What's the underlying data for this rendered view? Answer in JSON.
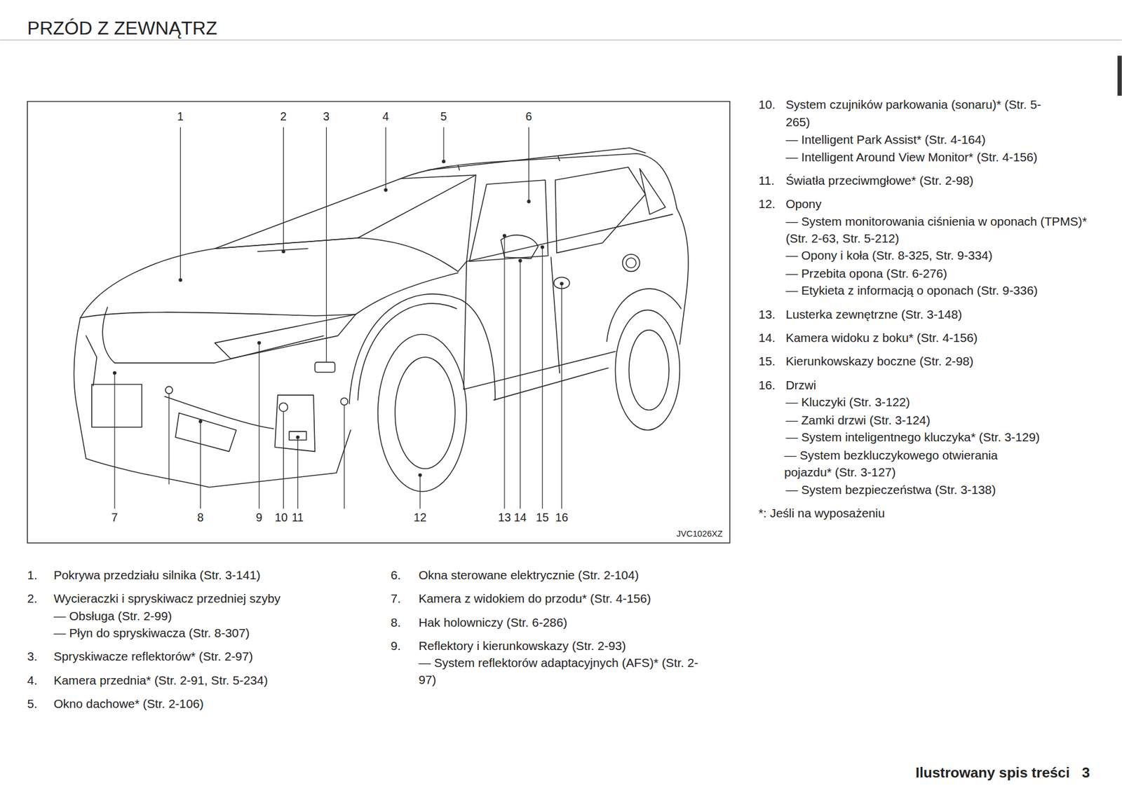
{
  "diagram": {
    "title": "PRZÓD Z ZEWNĄTRZ",
    "labels": [
      "1",
      "2",
      "3",
      "4",
      "5",
      "6",
      "7",
      "8",
      "9",
      "10",
      "11",
      "12",
      "13",
      "14",
      "15",
      "16",
      "JVC1026XZ",
      "10.",
      "System czujników parkowania (sonaru)* (Str. 5-265)",
      "— Intelligent Park Assist* (Str. 4-164)",
      "— Intelligent Around View Monitor* (Str. 4-156)",
      "11.",
      "Światła przeciwmgłowe* (Str. 2-98)",
      "12.",
      "Opony",
      "— System monitorowania ciśnienia w oponach (TPMS)* (Str. 2-63, Str. 5-212)",
      "— Opony i koła (Str. 8-325, Str. 9-334)",
      "— Przebita opona (Str. 6-276)",
      "— Etykieta z informacją o oponach (Str. 9-336)",
      "13.",
      "Lusterka zewnętrzne (Str. 3-148)",
      "14.",
      "Kamera widoku z boku* (Str. 4-156)",
      "15.",
      "Kierunkowskazy boczne (Str. 2-98)",
      "16.",
      "Drzwi",
      "— Kluczyki (Str. 3-122)",
      "— Zamki drzwi (Str. 3-124)",
      "— System inteligentnego kluczyka* (Str. 3-129)",
      "— System bezkluczykowego otwierania pojazdu* (Str. 3-127)",
      "— System bezpieczeństwa (Str. 3-138)",
      "*: Jeśli na wyposażeniu",
      "1.",
      "Pokrywa przedziału silnika (Str. 3-141)",
      "2.",
      "Wycieraczki i spryskiwacz przedniej szyby",
      "— Obsługa (Str. 2-99)",
      "— Płyn do spryskiwacza (Str. 8-307)",
      "3.",
      "Spryskiwacze reflektorów* (Str. 2-97)",
      "4.",
      "Kamera przednia* (Str. 2-91, Str. 5-234)",
      "5.",
      "Okno dachowe* (Str. 2-106)",
      "6.",
      "Okna sterowane elektrycznie (Str. 2-104)",
      "7.",
      "Kamera z widokiem do przodu* (Str. 4-156)",
      "8.",
      "Hak holowniczy (Str. 6-286)",
      "9.",
      "Reflektory i kierunkowskazy (Str. 2-93)",
      "— System reflektorów adaptacyjnych (AFS)* (Str. 2-97)",
      "Ilustrowany spis treści",
      "3"
    ]
  }
}
